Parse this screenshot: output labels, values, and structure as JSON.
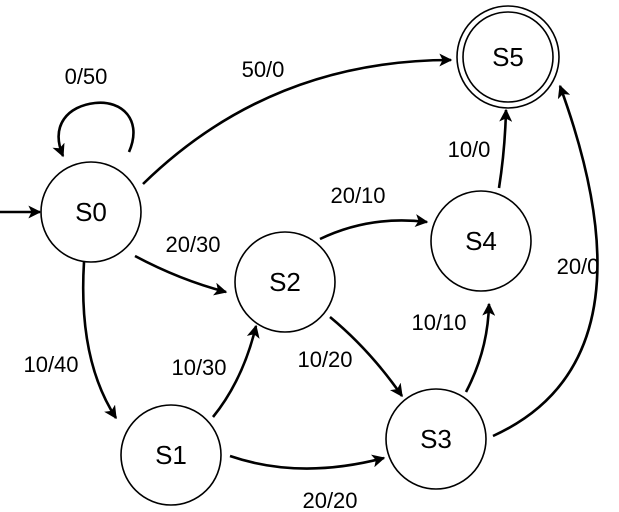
{
  "states": [
    {
      "id": "S0",
      "label": "S0",
      "initial": true
    },
    {
      "id": "S1",
      "label": "S1"
    },
    {
      "id": "S2",
      "label": "S2"
    },
    {
      "id": "S3",
      "label": "S3"
    },
    {
      "id": "S4",
      "label": "S4"
    },
    {
      "id": "S5",
      "label": "S5",
      "accepting": true
    }
  ],
  "transitions": [
    {
      "from": "S0",
      "to": "S0",
      "label": "0/50"
    },
    {
      "from": "S0",
      "to": "S5",
      "label": "50/0"
    },
    {
      "from": "S0",
      "to": "S2",
      "label": "20/30"
    },
    {
      "from": "S0",
      "to": "S1",
      "label": "10/40"
    },
    {
      "from": "S1",
      "to": "S2",
      "label": "10/30"
    },
    {
      "from": "S1",
      "to": "S3",
      "label": "20/20"
    },
    {
      "from": "S2",
      "to": "S4",
      "label": "20/10"
    },
    {
      "from": "S2",
      "to": "S3",
      "label": "10/20"
    },
    {
      "from": "S3",
      "to": "S4",
      "label": "10/10"
    },
    {
      "from": "S4",
      "to": "S5",
      "label": "10/0"
    },
    {
      "from": "S3",
      "to": "S5",
      "label": "20/0"
    }
  ],
  "colors": {
    "stroke": "#000000",
    "background": "#ffffff"
  }
}
